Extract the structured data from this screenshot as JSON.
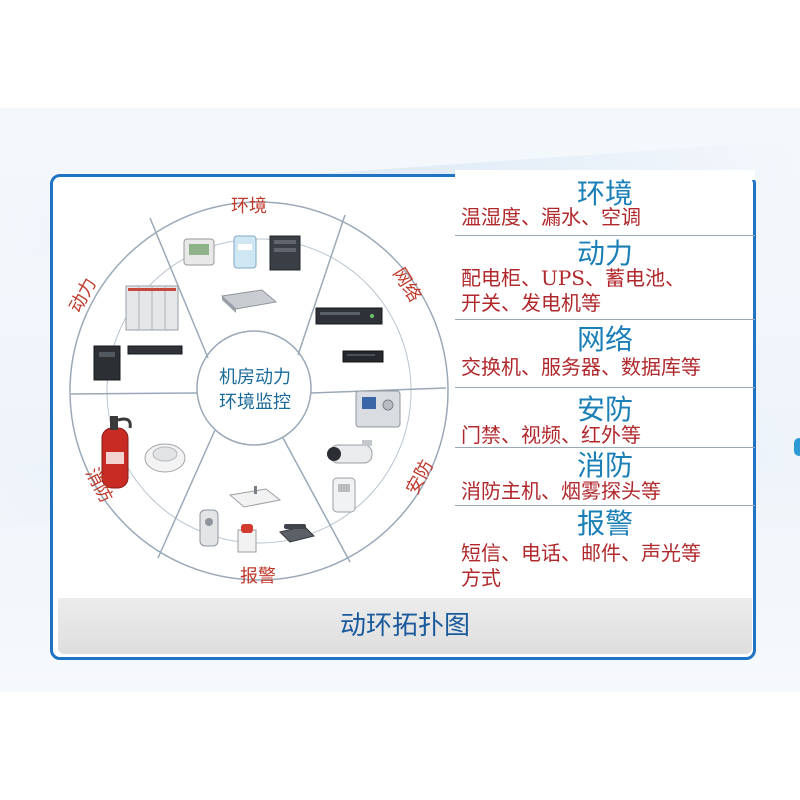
{
  "hub": {
    "line1": "机房动力",
    "line2": "环境监控"
  },
  "ring_segments": [
    {
      "key": "env",
      "label": "环境"
    },
    {
      "key": "net",
      "label": "网络"
    },
    {
      "key": "security",
      "label": "安防"
    },
    {
      "key": "alarm",
      "label": "报警"
    },
    {
      "key": "fire",
      "label": "消防"
    },
    {
      "key": "power",
      "label": "动力"
    }
  ],
  "categories": [
    {
      "title": "环境",
      "desc": [
        "温湿度、漏水、空调"
      ]
    },
    {
      "title": "动力",
      "desc": [
        "配电柜、UPS、蓄电池、",
        "开关、发电机等"
      ]
    },
    {
      "title": "网络",
      "desc": [
        "交换机、服务器、数据库等"
      ]
    },
    {
      "title": "安防",
      "desc": [
        "门禁、视频、红外等"
      ]
    },
    {
      "title": "消防",
      "desc": [
        "消防主机、烟雾探头等"
      ]
    },
    {
      "title": "报警",
      "desc": [
        "短信、电话、邮件、声光等",
        "方式"
      ]
    }
  ],
  "footer": {
    "title": "动环拓扑图"
  },
  "colors": {
    "frame": "#1f73c4",
    "ring_label": "#c0392b",
    "category_title": "#1a7fb6",
    "category_desc": "#b0282c",
    "hub_text": "#1a6a9a"
  }
}
